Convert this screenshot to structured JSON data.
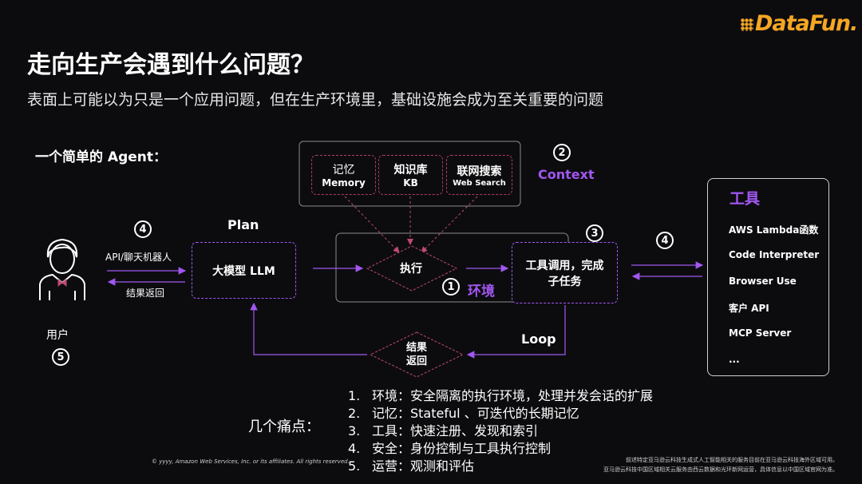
{
  "logo": {
    "text": "DataFun."
  },
  "title": "走向生产会遇到什么问题？",
  "subtitle": "表面上可能以为只是一个应用问题，但在生产环境里，基础设施会成为至关重要的问题",
  "agent_label": "一个简单的 Agent：",
  "context": {
    "number": "2",
    "label": "Context",
    "items": [
      {
        "line1": "记忆",
        "line2": "Memory"
      },
      {
        "line1": "知识库",
        "line2": "KB"
      },
      {
        "line1": "联网搜索",
        "line2": "Web Search"
      }
    ]
  },
  "user": {
    "label": "用户",
    "number": "5"
  },
  "api": {
    "number": "4",
    "forward": "API/聊天机器人",
    "back": "结果返回"
  },
  "plan": {
    "label": "Plan",
    "box": "大模型 LLM"
  },
  "exec": {
    "label": "执行",
    "env_number": "1",
    "env_label": "环境"
  },
  "tool_call": {
    "number": "3",
    "line1": "工具调用，完成",
    "line2": "子任务"
  },
  "loop": {
    "label": "Loop"
  },
  "result": {
    "line1": "结果",
    "line2": "返回"
  },
  "tools_conn_number": "4",
  "tools": {
    "title": "工具",
    "items": [
      "AWS Lambda函数",
      "Code Interpreter",
      "Browser Use",
      "客户 API",
      "MCP Server",
      "..."
    ]
  },
  "pain": {
    "label": "几个痛点：",
    "items": [
      {
        "n": "1.",
        "text": "环境：安全隔离的执行环境，处理并发会话的扩展"
      },
      {
        "n": "2.",
        "text": "记忆：Stateful 、可迭代的长期记忆"
      },
      {
        "n": "3.",
        "text": "工具：快速注册、发现和索引"
      },
      {
        "n": "4.",
        "text": "安全：身份控制与工具执行控制"
      },
      {
        "n": "5.",
        "text": "运营：观测和评估"
      }
    ]
  },
  "footer": {
    "copyright": "© yyyy, Amazon Web Services, Inc. or its affiliates. All rights reserved.",
    "disclaimer1": "前述特定亚马逊云科技生成式人工智能相关的服务目前在亚马逊云科技海外区域可用。",
    "disclaimer2": "亚马逊云科技中国区域相关云服务由西云数据和光环新网运营，具体信息以中国区域官网为准。"
  },
  "colors": {
    "accent_purple": "#a157f0",
    "dashed_border": "#b03a63",
    "logo_orange": "#f5a623"
  }
}
